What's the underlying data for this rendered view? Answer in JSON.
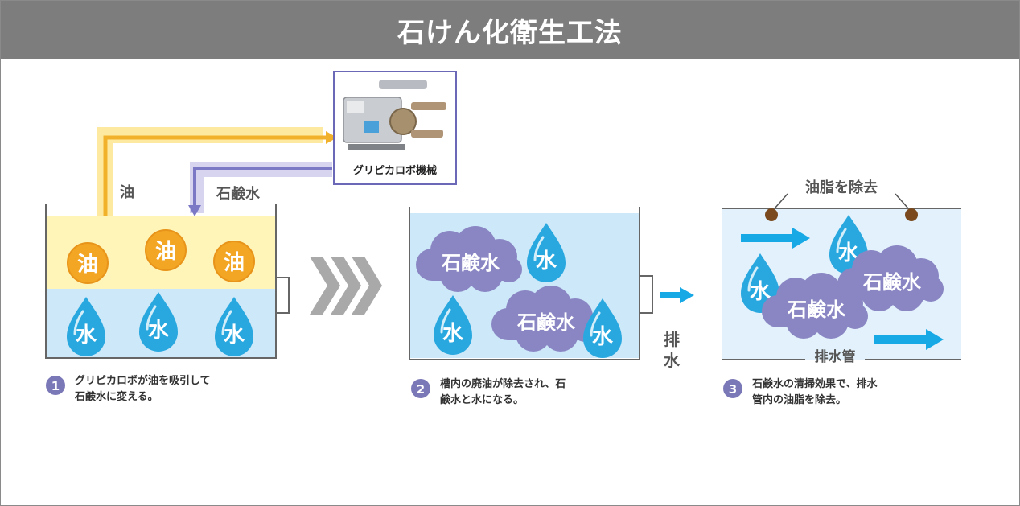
{
  "title": "石けん化衛生工法",
  "machine": {
    "label": "グリピカロボ機械",
    "image_alt": "グリピカロボ機械の写真"
  },
  "flow_labels": {
    "oil": "油",
    "soap_water": "石鹸水"
  },
  "blobs": {
    "oil": "油",
    "water": "水",
    "soap_water": "石鹸水"
  },
  "drain_label": [
    "排",
    "水"
  ],
  "tank3": {
    "remove_label": "油脂を除去",
    "pipe_label": "排水管"
  },
  "steps": [
    {
      "num": "1",
      "lines": [
        "グリピカロボが油を吸引して",
        "石鹸水に変える。"
      ]
    },
    {
      "num": "2",
      "lines": [
        "槽内の廃油が除去され、石",
        "鹸水と水になる。"
      ]
    },
    {
      "num": "3",
      "lines": [
        "石鹸水の清掃効果で、排水",
        "管内の油脂を除去。"
      ]
    }
  ],
  "colors": {
    "title_bar": "#7d7d7d",
    "oil_layer": "#fff5b8",
    "water_layer": "#cde8f8",
    "oil_blob": "#f2a623",
    "water_drop": "#29a8e0",
    "soap_cloud": "#8a86c4",
    "arrow_cyan": "#17a9e6",
    "step_badge": "#7b78b8"
  }
}
